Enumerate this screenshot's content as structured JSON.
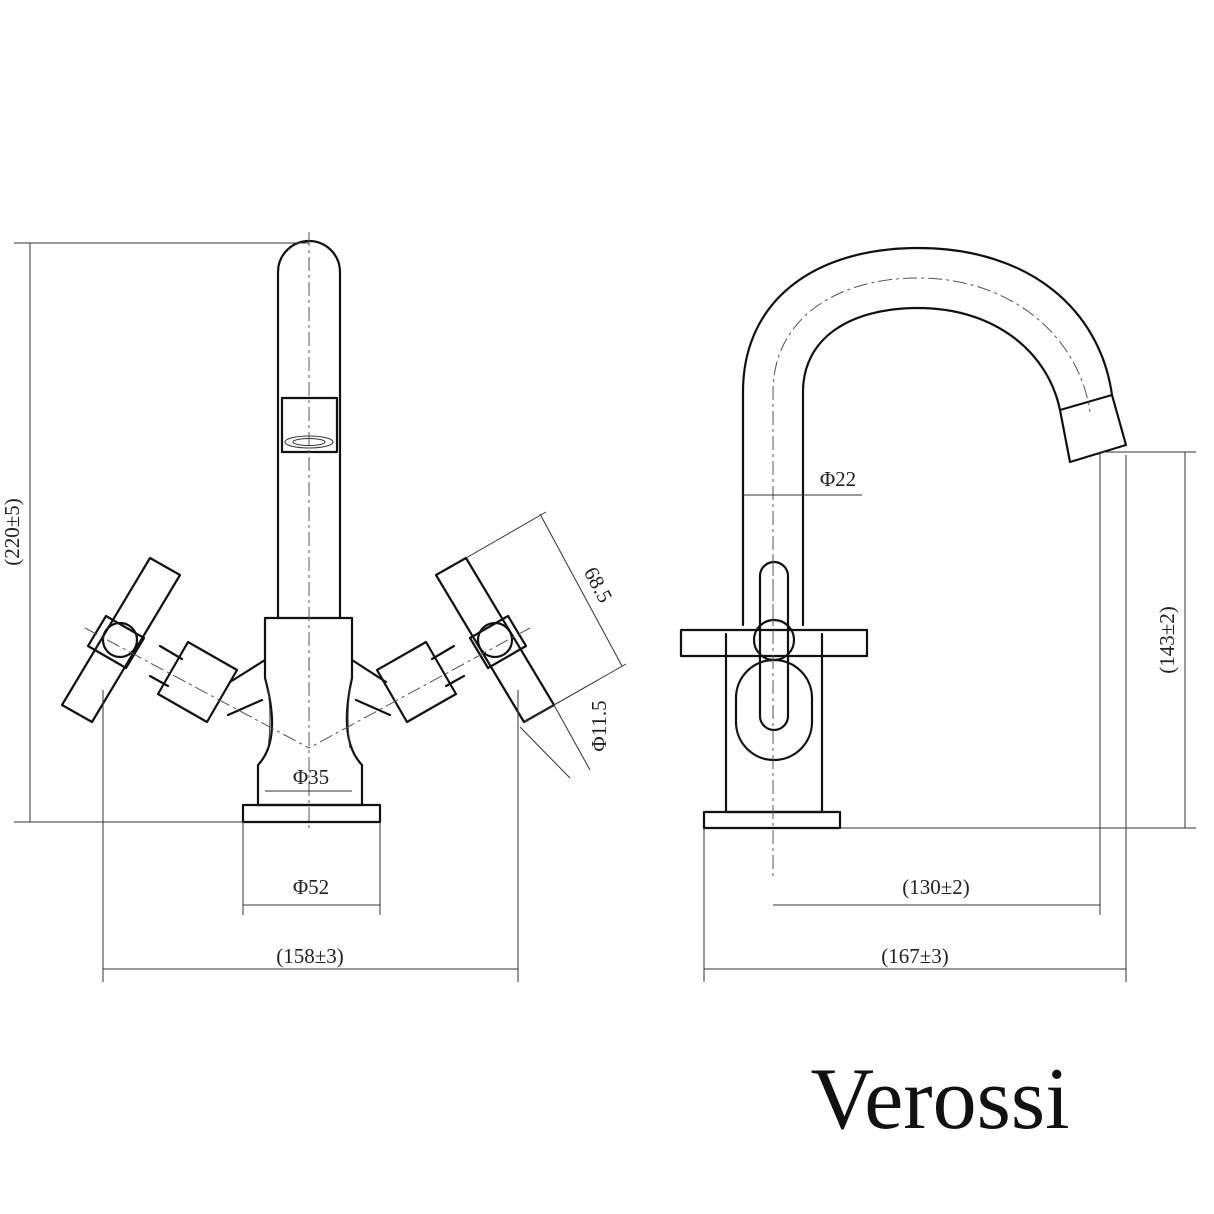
{
  "front_view": {
    "height": "(220±5)",
    "handle_length": "68.5",
    "handle_diameter": "Φ11.5",
    "body_diameter": "Φ35",
    "base_diameter": "Φ52",
    "overall_width": "(158±3)"
  },
  "side_view": {
    "spout_diameter": "Φ22",
    "spout_height": "(143±2)",
    "spout_reach": "(130±2)",
    "overall_depth": "(167±3)"
  },
  "brand": {
    "name": "Verossi"
  }
}
